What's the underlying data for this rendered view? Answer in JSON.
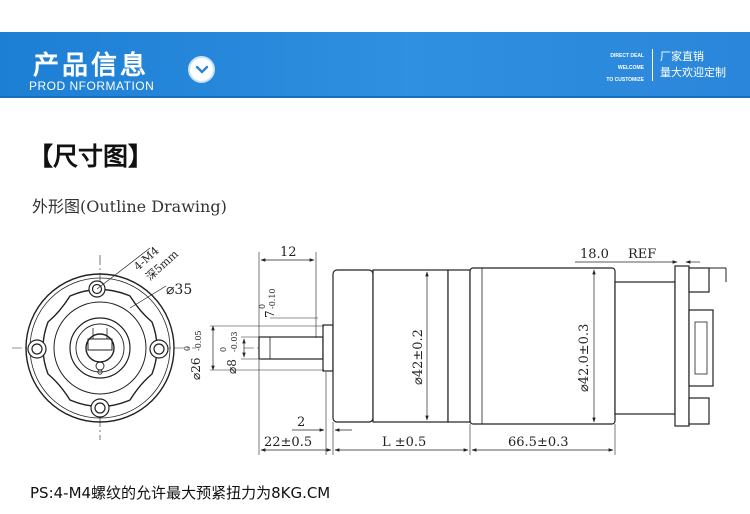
{
  "header": {
    "title_cn": "产品信息",
    "title_en": "PROD NFORMATION",
    "tag_en_1": "DIRECT DEAL",
    "tag_en_2": "WELCOME",
    "tag_en_3": "TO CUSTOMIZE",
    "tag_cn_1": "厂家直销",
    "tag_cn_2": "量大欢迎定制",
    "accent": "#2a86da"
  },
  "section": {
    "title": "【尺寸图】",
    "subtitle": "外形图(Outline Drawing)"
  },
  "drawing": {
    "front": {
      "thread_label": "4-M4",
      "depth_label": "深5mm",
      "diameter_label": "⌀35"
    },
    "side": {
      "dim_12": "12",
      "tol_7_upper": "0",
      "tol_7_main": "7",
      "tol_7_lower": "-0.10",
      "tol_26_main": "⌀26",
      "tol_26_upper": "0",
      "tol_26_lower": "-0.05",
      "tol_8_main": "⌀8",
      "tol_8_upper": "0",
      "tol_8_lower": "-0.03",
      "dia_42_a": "⌀42±0.2",
      "dia_42_b": "⌀42.0±0.3",
      "ref_value": "18.0",
      "ref_label": "REF",
      "dim_2": "2",
      "dim_22": "22±0.5",
      "dim_L": "L ±0.5",
      "dim_665": "66.5±0.3"
    }
  },
  "note": "PS:4-M4螺纹的允许最大预紧扭力为8KG.CM"
}
